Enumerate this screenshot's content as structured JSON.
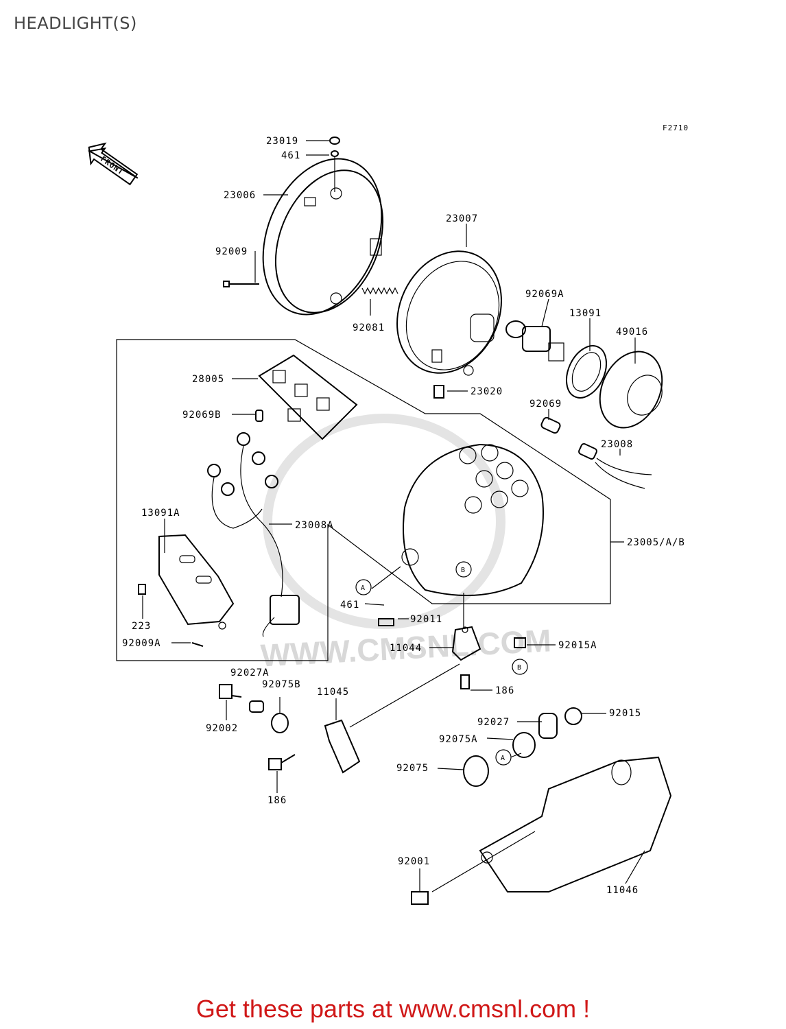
{
  "title": "HEADLIGHT(S)",
  "figure_code": "F2710",
  "front_arrow_label": "FRONT",
  "watermark": "WWW.CMSNL.COM",
  "footer": "Get these parts at www.cmsnl.com !",
  "parts": {
    "p23019": "23019",
    "p461a": "461",
    "p23006": "23006",
    "p92009": "92009",
    "p23007": "23007",
    "p92081": "92081",
    "p92069A": "92069A",
    "p13091": "13091",
    "p49016": "49016",
    "p28005": "28005",
    "p92069B": "92069B",
    "p23020": "23020",
    "p92069": "92069",
    "p23008": "23008",
    "p13091A": "13091A",
    "p23008A": "23008A",
    "p23005AB": "23005/A/B",
    "p223": "223",
    "p92009A": "92009A",
    "p461b": "461",
    "p92011": "92011",
    "p11044": "11044",
    "p92015A": "92015A",
    "p186a": "186",
    "p92027A": "92027A",
    "p92075B": "92075B",
    "p92002": "92002",
    "p11045": "11045",
    "p92027": "92027",
    "p92015": "92015",
    "p92075A": "92075A",
    "p92075": "92075",
    "p186b": "186",
    "p92001": "92001",
    "p11046": "11046"
  },
  "markers": {
    "a1": "A",
    "b1": "B",
    "b2": "B",
    "a2": "A"
  }
}
